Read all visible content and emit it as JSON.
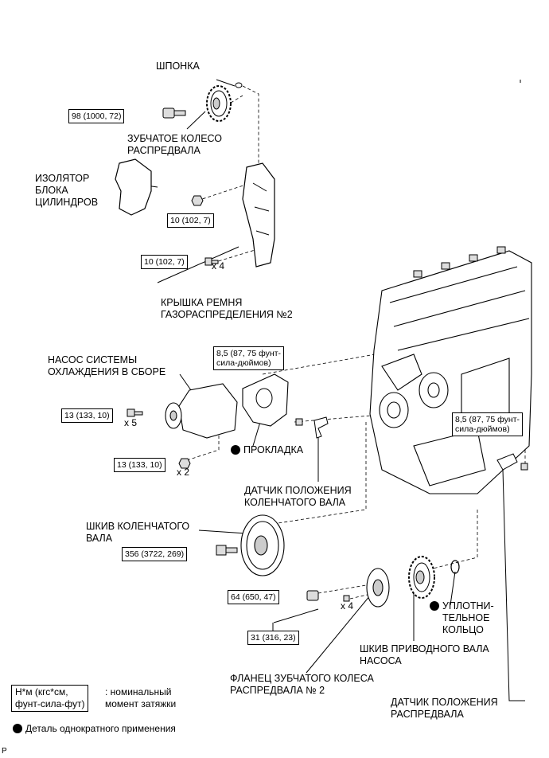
{
  "labels": {
    "key": "ШПОНКА",
    "camshaft_gear": "ЗУБЧАТОЕ КОЛЕСО\nРАСПРЕДВАЛА",
    "block_insulator": "ИЗОЛЯТОР\nБЛОКА\nЦИЛИНДРОВ",
    "timing_cover2": "КРЫШКА РЕМНЯ\nГАЗОРАСПРЕДЕЛЕНИЯ №2",
    "water_pump": "НАСОС СИСТЕМЫ\nОХЛАЖДЕНИЯ В СБОРЕ",
    "gasket": "ПРОКЛАДКА",
    "crank_sensor": "ДАТЧИК ПОЛОЖЕНИЯ\nКОЛЕНЧАТОГО ВАЛА",
    "crank_pulley": "ШКИВ КОЛЕНЧАТОГО\nВАЛА",
    "o_ring": "УПЛОТНИ-\nТЕЛЬНОЕ\nКОЛЬЦО",
    "pump_pulley": "ШКИВ ПРИВОДНОГО ВАЛА\nНАСОСА",
    "cam_flange": "ФЛАНЕЦ ЗУБЧАТОГО КОЛЕСА\nРАСПРЕДВАЛА № 2",
    "cam_sensor": "ДАТЧИК ПОЛОЖЕНИЯ\nРАСПРЕДВАЛА"
  },
  "torques": {
    "t98": "98 (1000, 72)",
    "t10a": "10 (102, 7)",
    "t10b": "10 (102, 7)",
    "t85a": "8,5 (87, 75 фунт-\nсила-дюймов)",
    "t85b": "8,5 (87, 75 фунт-\nсила-дюймов)",
    "t13a": "13 (133, 10)",
    "t13b": "13 (133, 10)",
    "t356": "356 (3722, 269)",
    "t64": "64 (650, 47)",
    "t31": "31 (316, 23)"
  },
  "multipliers": {
    "m4a": "x 4",
    "m5": "x 5",
    "m2": "x 2",
    "m4b": "x 4"
  },
  "legend": {
    "unit_box": "Н*м (кгс*см,\nфунт-сила-фут)",
    "unit_desc": ": номинальный\nмомент затяжки",
    "one_time": "Деталь однократного применения"
  },
  "footer_code": "P"
}
